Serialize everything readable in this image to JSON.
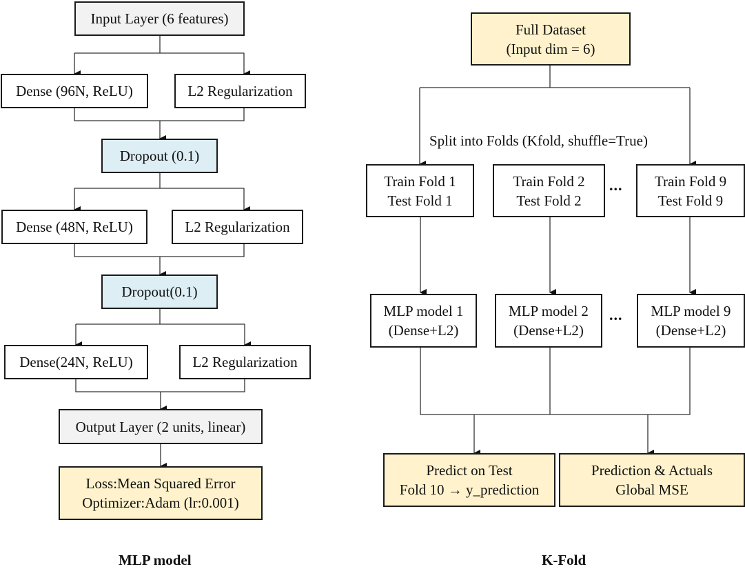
{
  "mlp": {
    "title": "MLP model",
    "input_layer": "Input Layer (6 features)",
    "block1": {
      "dense": "Dense (96N, ReLU)",
      "reg": "L2 Regularization",
      "dropout": "Dropout (0.1)"
    },
    "block2": {
      "dense": "Dense (48N, ReLU)",
      "reg": "L2 Regularization",
      "dropout": "Dropout(0.1)"
    },
    "block3": {
      "dense": "Dense(24N, ReLU)",
      "reg": "L2 Regularization"
    },
    "output_layer": "Output Layer (2 units, linear)",
    "compile": {
      "line1": "Loss:Mean Squared Error",
      "line2": "Optimizer:Adam (lr:0.001)"
    }
  },
  "kfold": {
    "title": "K-Fold",
    "dataset": {
      "line1": "Full Dataset",
      "line2": "(Input dim = 6)"
    },
    "split_label": "Split into Folds (Kfold, shuffle=True)",
    "ellipsis": "...",
    "folds": [
      {
        "train": "Train Fold 1",
        "test": "Test Fold 1",
        "model": "MLP model 1",
        "model_desc": "(Dense+L2)"
      },
      {
        "train": "Train Fold 2",
        "test": "Test Fold 2",
        "model": "MLP model 2",
        "model_desc": "(Dense+L2)"
      },
      {
        "train": "Train Fold 9",
        "test": "Test Fold 9",
        "model": "MLP model 9",
        "model_desc": "(Dense+L2)"
      }
    ],
    "predict": {
      "line1": "Predict on Test",
      "line2": "Fold 10 → y_prediction"
    },
    "evaluate": {
      "line1": "Prediction & Actuals",
      "line2": "Global MSE"
    }
  },
  "colors": {
    "input_fill": "#f2f2f2",
    "dropout_fill": "#ddeef4",
    "highlight_fill": "#fff2cc",
    "stroke": "#1a1a1a"
  }
}
